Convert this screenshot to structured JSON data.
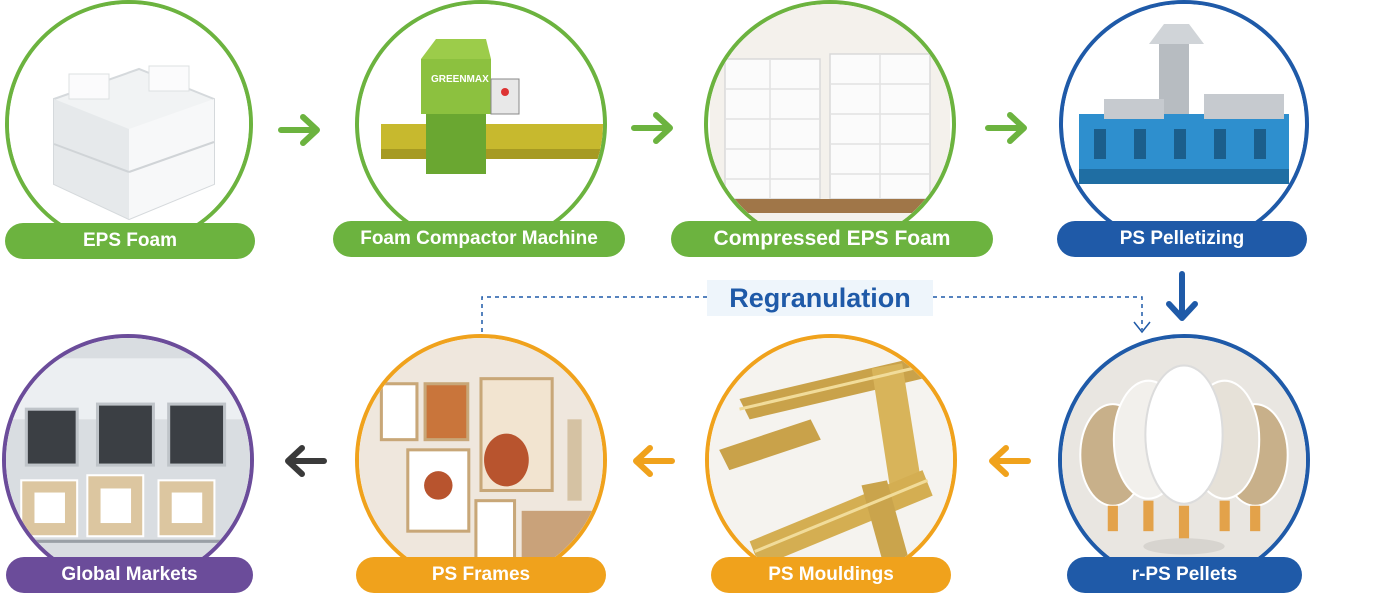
{
  "nodes": [
    {
      "label": "EPS Foam",
      "image": "white-eps-foam-block"
    },
    {
      "label": "Foam Compactor Machine",
      "image": "green-compactor-machine",
      "brand": "GREENMAX"
    },
    {
      "label": "Compressed EPS Foam",
      "image": "stacked-foam-ingots"
    },
    {
      "label": "PS Pelletizing",
      "image": "blue-pelletizing-machine"
    },
    {
      "label": "r-PS Pellets",
      "image": "pellets-in-glass-jars"
    },
    {
      "label": "PS Mouldings",
      "image": "gold-frame-mouldings"
    },
    {
      "label": "PS Frames",
      "image": "wall-picture-frames"
    },
    {
      "label": "Global Markets",
      "image": "retail-frame-shelves"
    }
  ],
  "regranulation": {
    "label": "Regranulation"
  },
  "colors": {
    "green": "#6cb33f",
    "blue": "#1f5aa8",
    "orange": "#f0a21c",
    "purple": "#6b4c9a",
    "dark_arrow": "#3a3a3a"
  },
  "icons": [
    "arrow-right-icon",
    "arrow-down-icon",
    "arrow-left-icon"
  ]
}
